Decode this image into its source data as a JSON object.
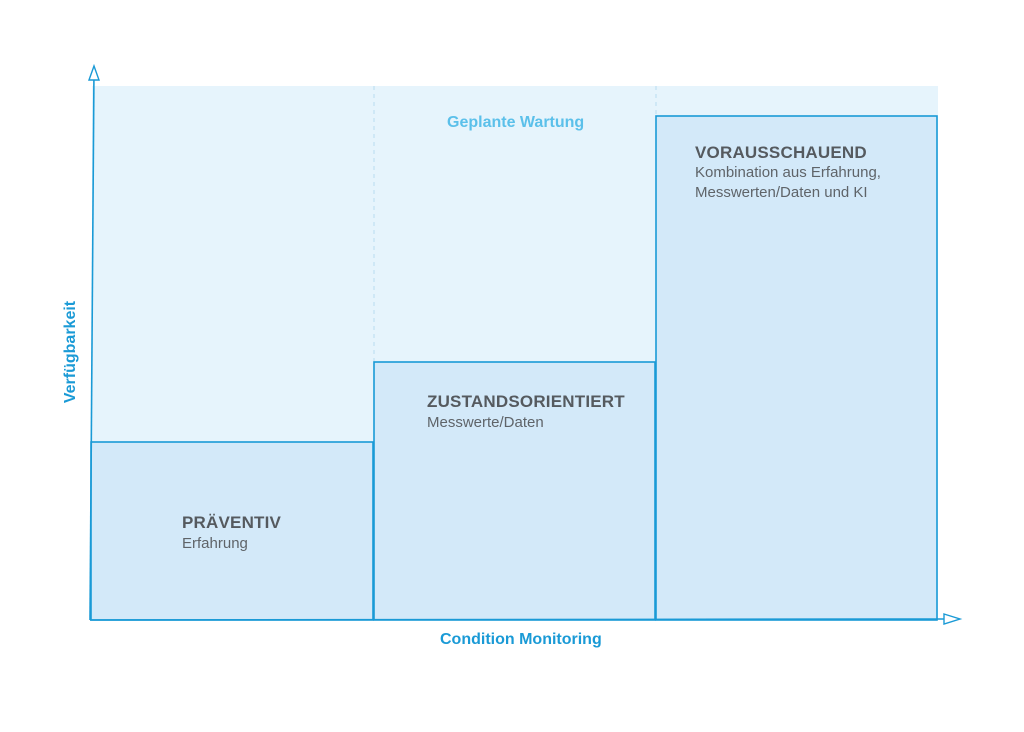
{
  "diagram": {
    "y_axis_label": "Verfügbarkeit",
    "x_axis_label": "Condition Monitoring",
    "band_label": "Geplante Wartung",
    "blocks": [
      {
        "title": "PRÄVENTIV",
        "subtitle": "Erfahrung"
      },
      {
        "title": "ZUSTANDSORIENTIERT",
        "subtitle": "Messwerte/Daten"
      },
      {
        "title": "VORAUSSCHAUEND",
        "subtitle": "Kombination aus Erfahrung,\nMesswerten/Daten und KI"
      }
    ]
  },
  "colors": {
    "axis": "#1a9ad6",
    "band_fill": "#e6f4fc",
    "block_fill": "#d3e9f9",
    "divider": "#b8dcef",
    "title_text": "#555a5f",
    "band_text": "#5bc0ea"
  }
}
